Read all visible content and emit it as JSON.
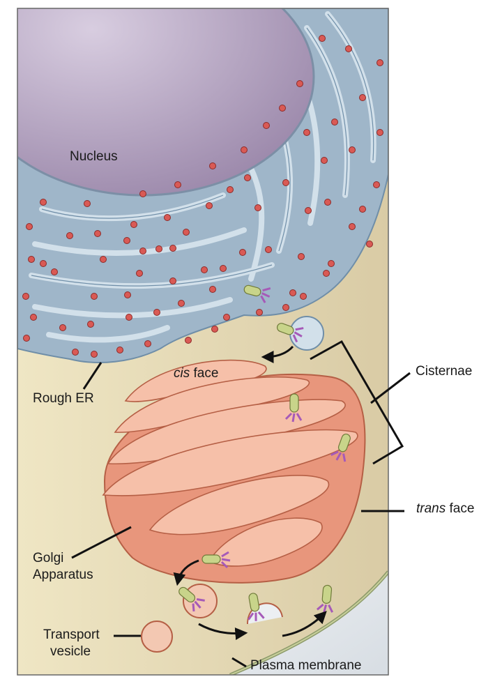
{
  "labels": {
    "nucleus": "Nucleus",
    "rough_er": "Rough ER",
    "cis": "cis",
    "cis_face": " face",
    "cisternae": "Cisternae",
    "trans": "trans",
    "trans_face": " face",
    "golgi_line1": "Golgi",
    "golgi_line2": "Apparatus",
    "transport_line1": "Transport",
    "transport_line2": "vesicle",
    "plasma_membrane": "Plasma membrane"
  },
  "colors": {
    "nucleus": "#b8a9c4",
    "er_fill": "#9fb6c9",
    "er_lumen": "#d2e0ea",
    "cytoplasm": "#efe6c4",
    "golgi_fill": "#e8967c",
    "golgi_light": "#f6c0a9",
    "protein_green": "#c8d48a",
    "carb_purple": "#a65ab8",
    "ribosome": "#d95a55"
  }
}
